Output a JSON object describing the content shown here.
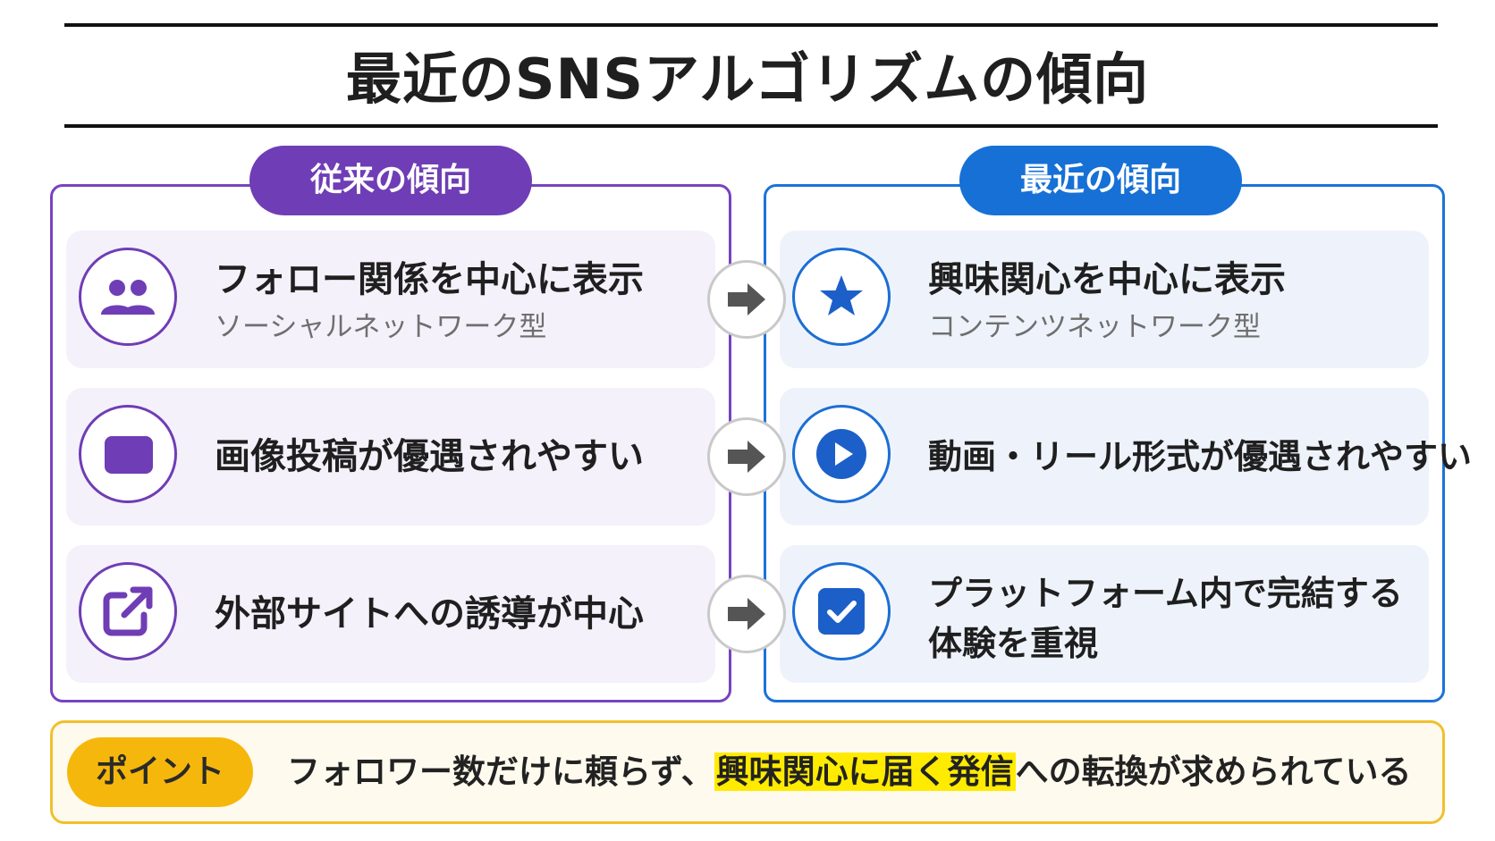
{
  "title": "最近のSNSアルゴリズムの傾向",
  "traditional": {
    "label": "従来の傾向",
    "items": [
      {
        "main": "フォロー関係を中心に表示",
        "sub": "ソーシャルネットワーク型",
        "icon": "people-icon"
      },
      {
        "main": "画像投稿が優遇されやすい",
        "icon": "image-icon"
      },
      {
        "main": "外部サイトへの誘導が中心",
        "icon": "external-link-icon"
      }
    ]
  },
  "recent": {
    "label": "最近の傾向",
    "items": [
      {
        "main": "興味関心を中心に表示",
        "sub": "コンテンツネットワーク型",
        "icon": "star-icon"
      },
      {
        "main": "動画・リール形式が優遇されやすい",
        "icon": "play-icon"
      },
      {
        "main_line1": "プラットフォーム内で完結する",
        "main_line2": "体験を重視",
        "icon": "checkbox-icon"
      }
    ]
  },
  "footer": {
    "label": "ポイント",
    "text_before": "フォロワー数だけに頼らず、",
    "text_highlight": "興味関心に届く発信",
    "text_after": "への転換が求められている"
  },
  "colors": {
    "traditional": "#6f3db5",
    "recent": "#1670d6",
    "point": "#f6b70c",
    "highlight": "#ffeb00"
  }
}
